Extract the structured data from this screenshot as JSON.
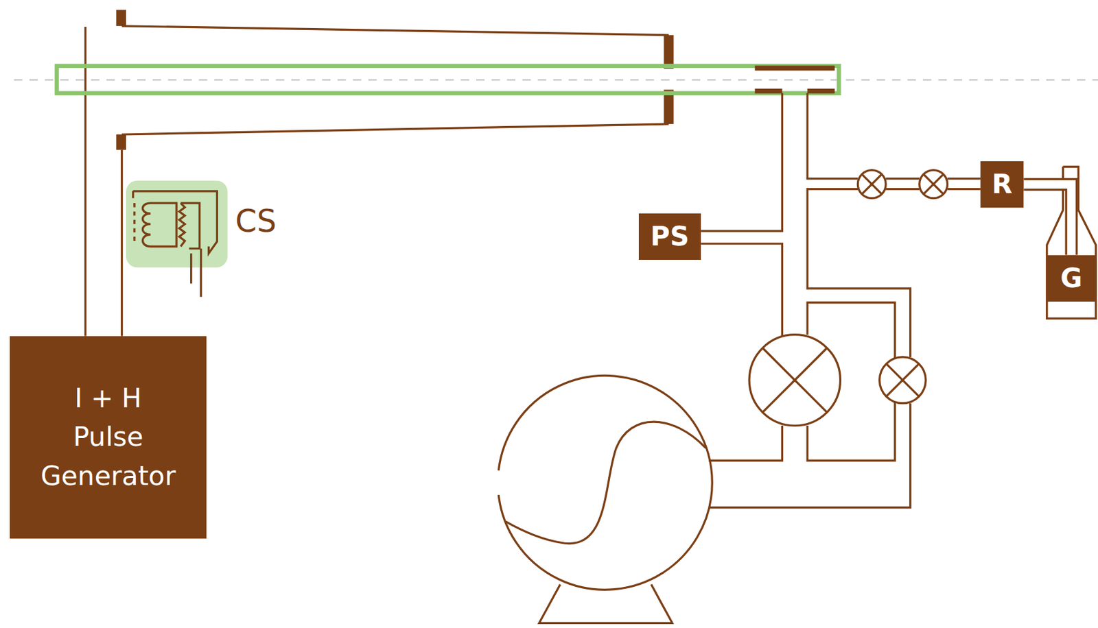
{
  "diagram": {
    "nodes": [
      {
        "text": [
          "R"
        ]
      },
      {
        "text": [
          "PS"
        ]
      },
      {
        "text": [
          "G"
        ]
      },
      {
        "text": [
          "I + H Pulse Generator"
        ]
      }
    ],
    "edges": [
      {
        "from": 0,
        "to": 2,
        "arrow": "none"
      }
    ],
    "labels": [
      "CS"
    ]
  }
}
